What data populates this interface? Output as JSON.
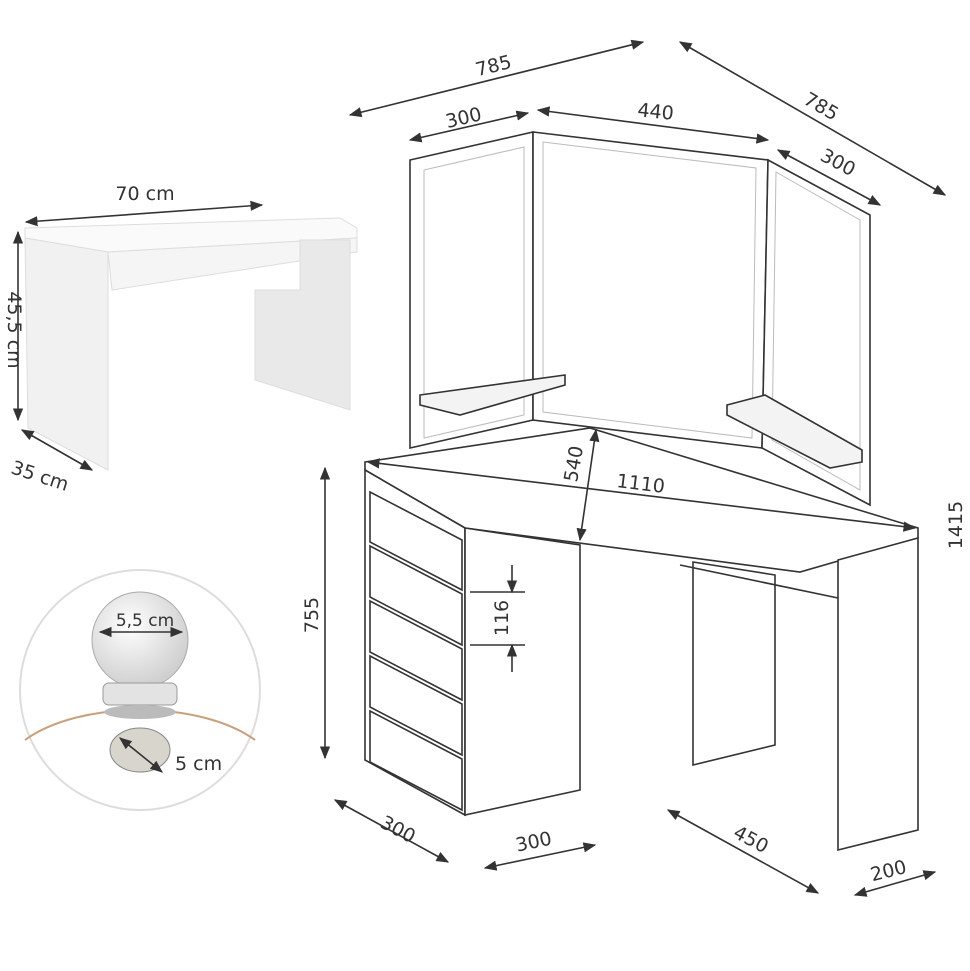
{
  "stool": {
    "width": "70 cm",
    "height": "45,5 cm",
    "depth": "35 cm"
  },
  "lamp": {
    "bulb_diameter": "5,5 cm",
    "base_diameter": "5 cm"
  },
  "table": {
    "mirror_total_left": "785",
    "mirror_total_right": "785",
    "mirror_side_left": "300",
    "mirror_center": "440",
    "mirror_side_right": "300",
    "top_depth": "540",
    "top_diagonal": "1110",
    "total_height": "1415",
    "table_height": "755",
    "drawer_height": "116",
    "cabinet_depth": "300",
    "cabinet_width": "300",
    "leg_span": "450",
    "leg_width": "200"
  }
}
